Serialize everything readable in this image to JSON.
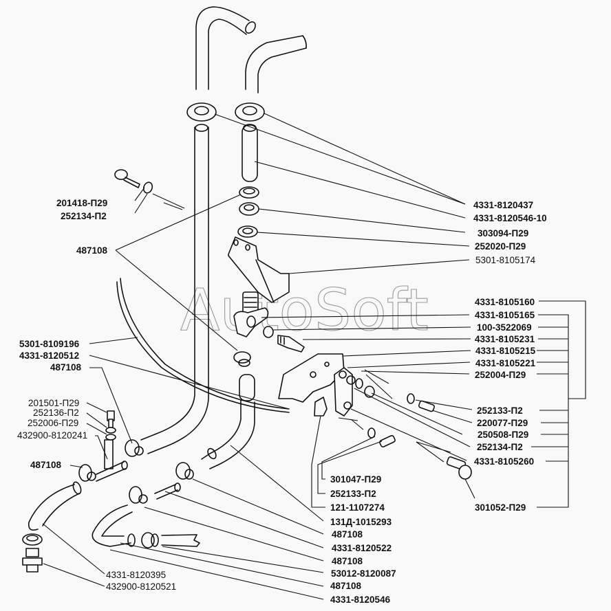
{
  "diagram": {
    "watermark": "AutoSoft",
    "labels": {
      "l_4331_8120437": "4331-8120437",
      "l_4331_8120546_10": "4331-8120546-10",
      "l_303094": "303094-П29",
      "l_252020": "252020-П29",
      "l_5301_8105174": "5301-8105174",
      "l_4331_8105160": "4331-8105160",
      "l_4331_8105165": "4331-8105165",
      "l_100_3522069": "100-3522069",
      "l_4331_8105231": "4331-8105231",
      "l_4331_8105215": "4331-8105215",
      "l_4331_8105221": "4331-8105221",
      "l_252004": "252004-П29",
      "l_252133_a": "252133-П2",
      "l_220077": "220077-П29",
      "l_250508": "250508-П29",
      "l_252134_a": "252134-П2",
      "l_4331_8105260": "4331-8105260",
      "l_301052": "301052-П29",
      "l_301047": "301047-П29",
      "l_252133_b": "252133-П2",
      "l_121_1107274": "121-1107274",
      "l_131d_1015293": "131Д-1015293",
      "l_487108_r1": "487108",
      "l_4331_8120522": "4331-8120522",
      "l_487108_r2": "487108",
      "l_53012_8120087": "53012-8120087",
      "l_487108_r3": "487108",
      "l_4331_8120546": "4331-8120546",
      "l_201418": "201418-П29",
      "l_252134_b": "252134-П2",
      "l_487108_l1": "487108",
      "l_5301_8109196": "5301-8109196",
      "l_4331_8120512": "4331-8120512",
      "l_487108_l2": "487108",
      "l_201501": "201501-П29",
      "l_252136": "252136-П2",
      "l_252006": "252006-П29",
      "l_432900_8120241": "432900-8120241",
      "l_487108_l3": "487108",
      "l_4331_8120395": "4331-8120395",
      "l_432900_8120521": "432900-8120521"
    }
  }
}
